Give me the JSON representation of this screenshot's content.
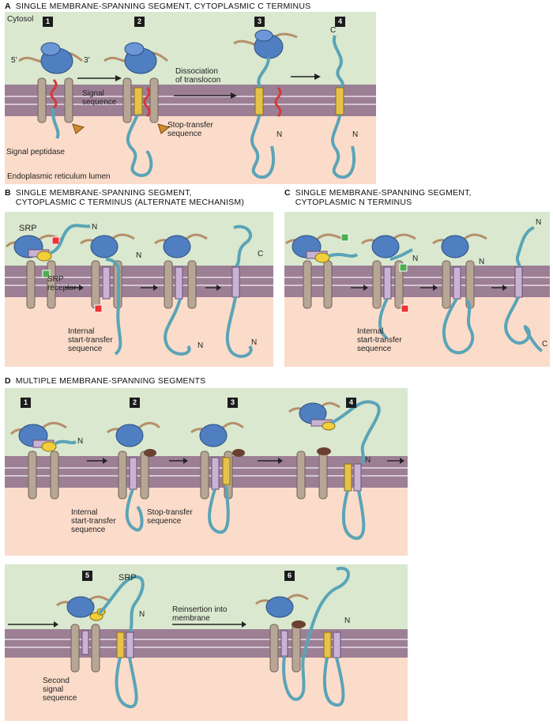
{
  "panel_a": {
    "letter": "A",
    "title": "SINGLE MEMBRANE-SPANNING SEGMENT, CYTOPLASMIC C TERMINUS",
    "cytosol": "Cytosol",
    "lumen": "Endoplasmic reticulum lumen",
    "steps": [
      "1",
      "2",
      "3",
      "4"
    ],
    "five_prime": "5'",
    "three_prime": "3'",
    "signal_sequence": [
      "Signal",
      "sequence"
    ],
    "stop_transfer": [
      "Stop-transfer",
      "sequence"
    ],
    "signal_peptidase": "Signal peptidase",
    "dissociation": [
      "Dissociation",
      "of translocon"
    ],
    "n_label": "N",
    "c_label": "C"
  },
  "panel_b": {
    "letter": "B",
    "title": [
      "SINGLE MEMBRANE-SPANNING SEGMENT,",
      "CYTOPLASMIC C TERMINUS (ALTERNATE MECHANISM)"
    ],
    "srp": "SRP",
    "srp_receptor": [
      "SRP",
      "receptor"
    ],
    "internal": [
      "Internal",
      "start-transfer",
      "sequence"
    ],
    "n_label": "N",
    "c_label": "C"
  },
  "panel_c": {
    "letter": "C",
    "title": [
      "SINGLE MEMBRANE-SPANNING SEGMENT,",
      "CYTOPLASMIC N TERMINUS"
    ],
    "internal": [
      "Internal",
      "start-transfer",
      "sequence"
    ],
    "n_label": "N",
    "c_label": "C"
  },
  "panel_d": {
    "letter": "D",
    "title": "MULTIPLE MEMBRANE-SPANNING SEGMENTS",
    "steps_top": [
      "1",
      "2",
      "3",
      "4"
    ],
    "steps_bottom": [
      "5",
      "6"
    ],
    "internal": [
      "Internal",
      "start-transfer",
      "sequence"
    ],
    "stop_transfer": [
      "Stop-transfer",
      "sequence"
    ],
    "srp": "SRP",
    "reinsertion": [
      "Reinsertion into",
      "membrane"
    ],
    "second_signal": [
      "Second",
      "signal",
      "sequence"
    ],
    "n_label": "N"
  },
  "colors": {
    "cytosol": "#d9e8cf",
    "lumen": "#fbdcca",
    "membrane": "#9c7f95",
    "membrane_line": "#e9dde6",
    "ribosome": "#4f7fc1",
    "peptide": "#5aa4b7",
    "translocon": "#b7a595",
    "srp": "#f0cf3a",
    "stop_transfer": "#e7c24a",
    "start_transfer": "#c9b3d3",
    "signal": "#d43a3a",
    "mrna": "#b58f6a"
  }
}
